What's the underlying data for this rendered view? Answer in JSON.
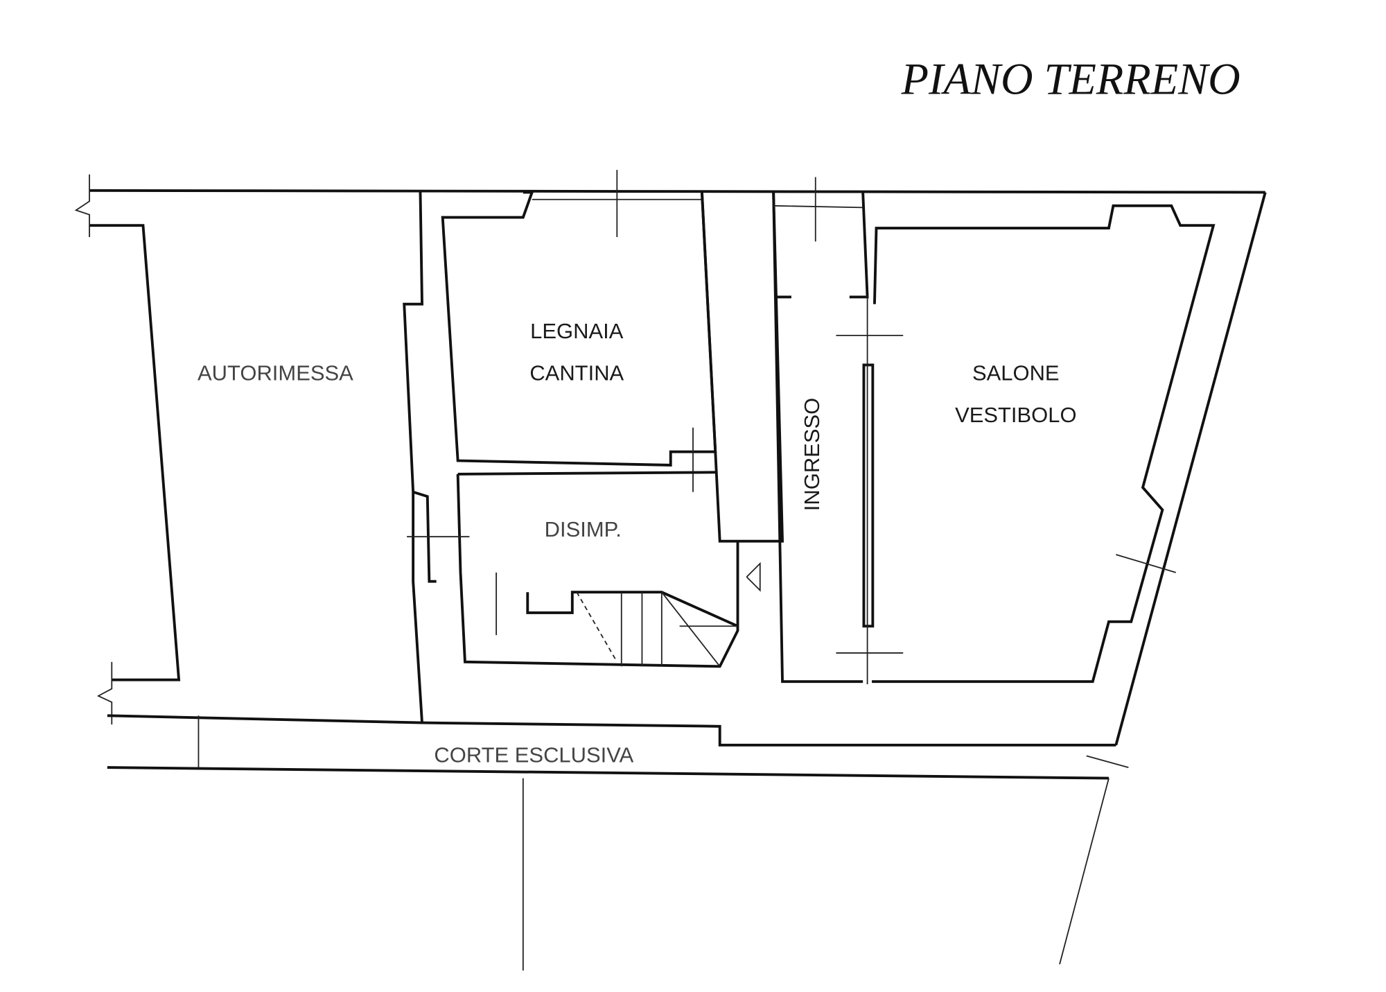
{
  "title": "PIANO TERRENO",
  "rooms": {
    "autorimessa": "AUTORIMESSA",
    "legnaia": "LEGNAIA",
    "cantina": "CANTINA",
    "disimpegno": "DISIMP.",
    "ingresso": "INGRESSO",
    "salone": "SALONE",
    "vestibolo": "VESTIBOLO",
    "corte": "CORTE ESCLUSIVA"
  }
}
